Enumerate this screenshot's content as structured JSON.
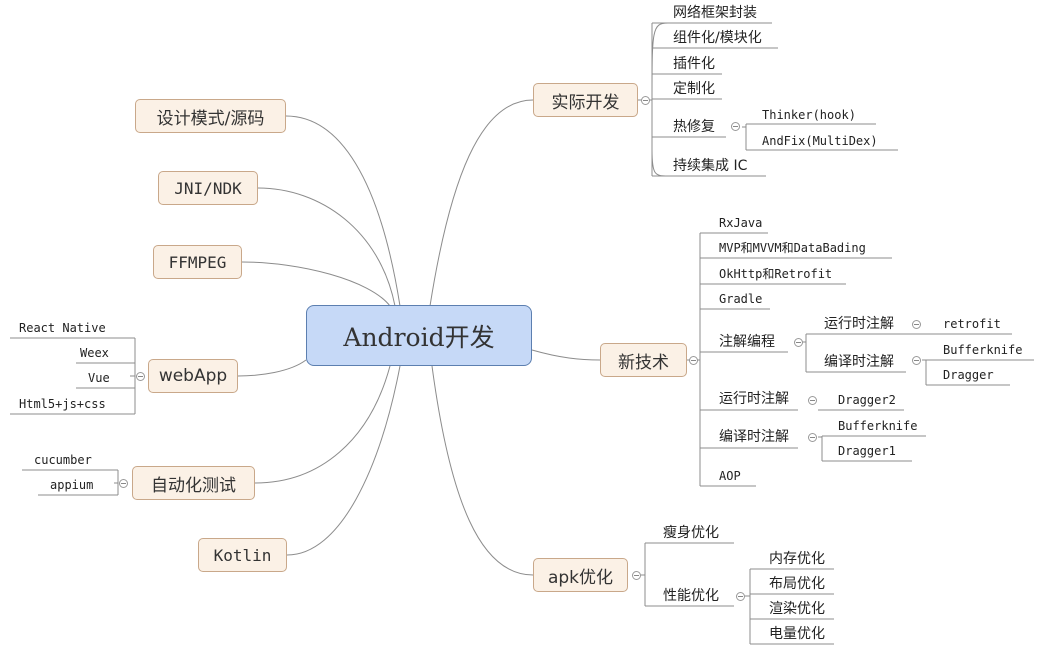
{
  "root": "Android开发",
  "shiji": {
    "label": "实际开发",
    "items": [
      "网络框架封装",
      "组件化/模块化",
      "插件化",
      "定制化",
      "热修复",
      "持续集成 IC"
    ],
    "hotfix": [
      "Thinker(hook)",
      "AndFix(MultiDex)"
    ]
  },
  "xinjishu": {
    "label": "新技术",
    "items": [
      "RxJava",
      "MVP和MVVM和DataBading",
      "OkHttp和Retrofit",
      "Gradle",
      "注解编程",
      "运行时注解",
      "编译时注解",
      "AOP"
    ],
    "anno_runtime": "运行时注解",
    "anno_runtime_lib": "retrofit",
    "anno_compile": "编译时注解",
    "anno_compile_libs": [
      "Bufferknife",
      "Dragger"
    ],
    "runtime_lib": "Dragger2",
    "compile_libs": [
      "Bufferknife",
      "Dragger1"
    ]
  },
  "apk": {
    "label": "apk优化",
    "slim": "瘦身优化",
    "perf": "性能优化",
    "perf_items": [
      "内存优化",
      "布局优化",
      "渲染优化",
      "电量优化"
    ]
  },
  "left": {
    "design": "设计模式/源码",
    "jni": "JNI/NDK",
    "ffmpeg": "FFMPEG",
    "webapp": "webApp",
    "webapp_items": [
      "React Native",
      "Weex",
      "Vue",
      "Html5+js+css"
    ],
    "autotest": "自动化测试",
    "autotest_items": [
      "cucumber",
      "appium"
    ],
    "kotlin": "Kotlin"
  }
}
